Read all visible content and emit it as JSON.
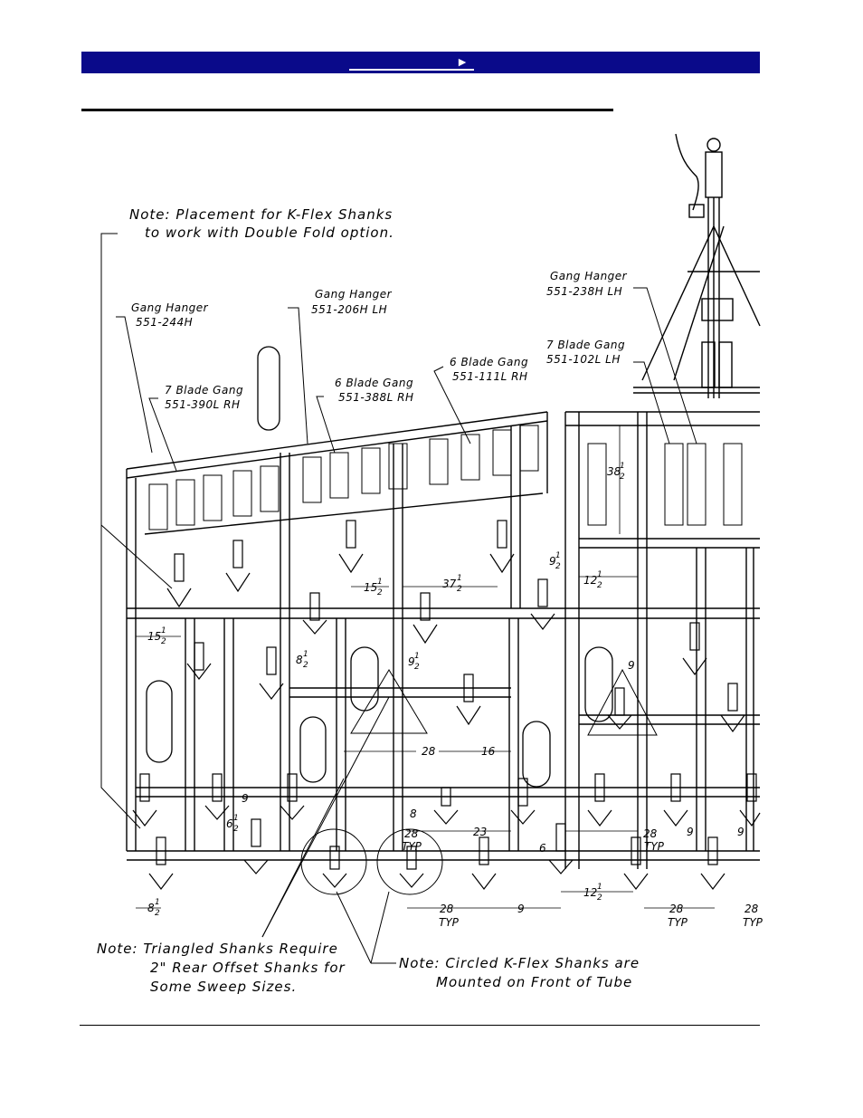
{
  "header": {
    "nav_label": "►",
    "bar_color": "#0a0a8a"
  },
  "notes": {
    "kflex_line1": "Note:  Placement for K-Flex Shanks",
    "kflex_line2": "to work with Double Fold option.",
    "triangled_line1": "Note:  Triangled Shanks Require",
    "triangled_line2": "2\" Rear Offset Shanks for",
    "triangled_line3": "Some Sweep Sizes.",
    "circled_line1": "Note: Circled K-Flex Shanks are",
    "circled_line2": "Mounted  on  Front  of  Tube"
  },
  "callouts": {
    "gh244_title": "Gang Hanger",
    "gh244_part": "551-244H",
    "gh206_title": "Gang Hanger",
    "gh206_part": "551-206H LH",
    "gh238_title": "Gang Hanger",
    "gh238_part": "551-238H LH",
    "g7a_title": "7 Blade Gang",
    "g7a_part": "551-390L RH",
    "g6a_title": "6 Blade Gang",
    "g6a_part": "551-388L RH",
    "g6b_title": "6 Blade Gang",
    "g6b_part": "551-111L RH",
    "g7b_title": "7 Blade Gang",
    "g7b_part": "551-102L LH"
  },
  "dimensions": {
    "d15_whole": "15",
    "d15_frac_num": "1",
    "d15_frac_den": "2",
    "d37_whole": "37",
    "d37_frac_num": "1",
    "d37_frac_den": "2",
    "d9a_whole": "9",
    "d9a_frac_num": "1",
    "d9a_frac_den": "2",
    "d12a_whole": "12",
    "d12a_frac_num": "1",
    "d12a_frac_den": "2",
    "d38_whole": "38",
    "d38_frac_num": "1",
    "d38_frac_den": "2",
    "d15b_whole": "15",
    "d15b_frac_num": "1",
    "d15b_frac_den": "2",
    "d8a_whole": "8",
    "d8a_frac_num": "1",
    "d8a_frac_den": "2",
    "d9b_whole": "9",
    "d9b_frac_num": "1",
    "d9b_frac_den": "2",
    "d9_mid": "9",
    "d28_a": "28",
    "d16": "16",
    "d9_left": "9",
    "d6_left_whole": "6",
    "d6_frac_num": "1",
    "d6_frac_den": "2",
    "d8_mid": "8",
    "d28_typ_a": "28",
    "typ_a": "TYP",
    "d23": "23",
    "d6": "6",
    "d28_b": "28",
    "typ_b": "TYP",
    "d9_r1": "9",
    "d9_r2": "9",
    "d8b_whole": "8",
    "d8b_frac_num": "1",
    "d8b_frac_den": "2",
    "d28_c": "28",
    "typ_c": "TYP",
    "d9_bot": "9",
    "d12b_whole": "12",
    "d12b_frac_num": "1",
    "d12b_frac_den": "2",
    "d28_d": "28",
    "typ_d": "TYP",
    "d28_e": "28",
    "typ_e": "TYP"
  }
}
